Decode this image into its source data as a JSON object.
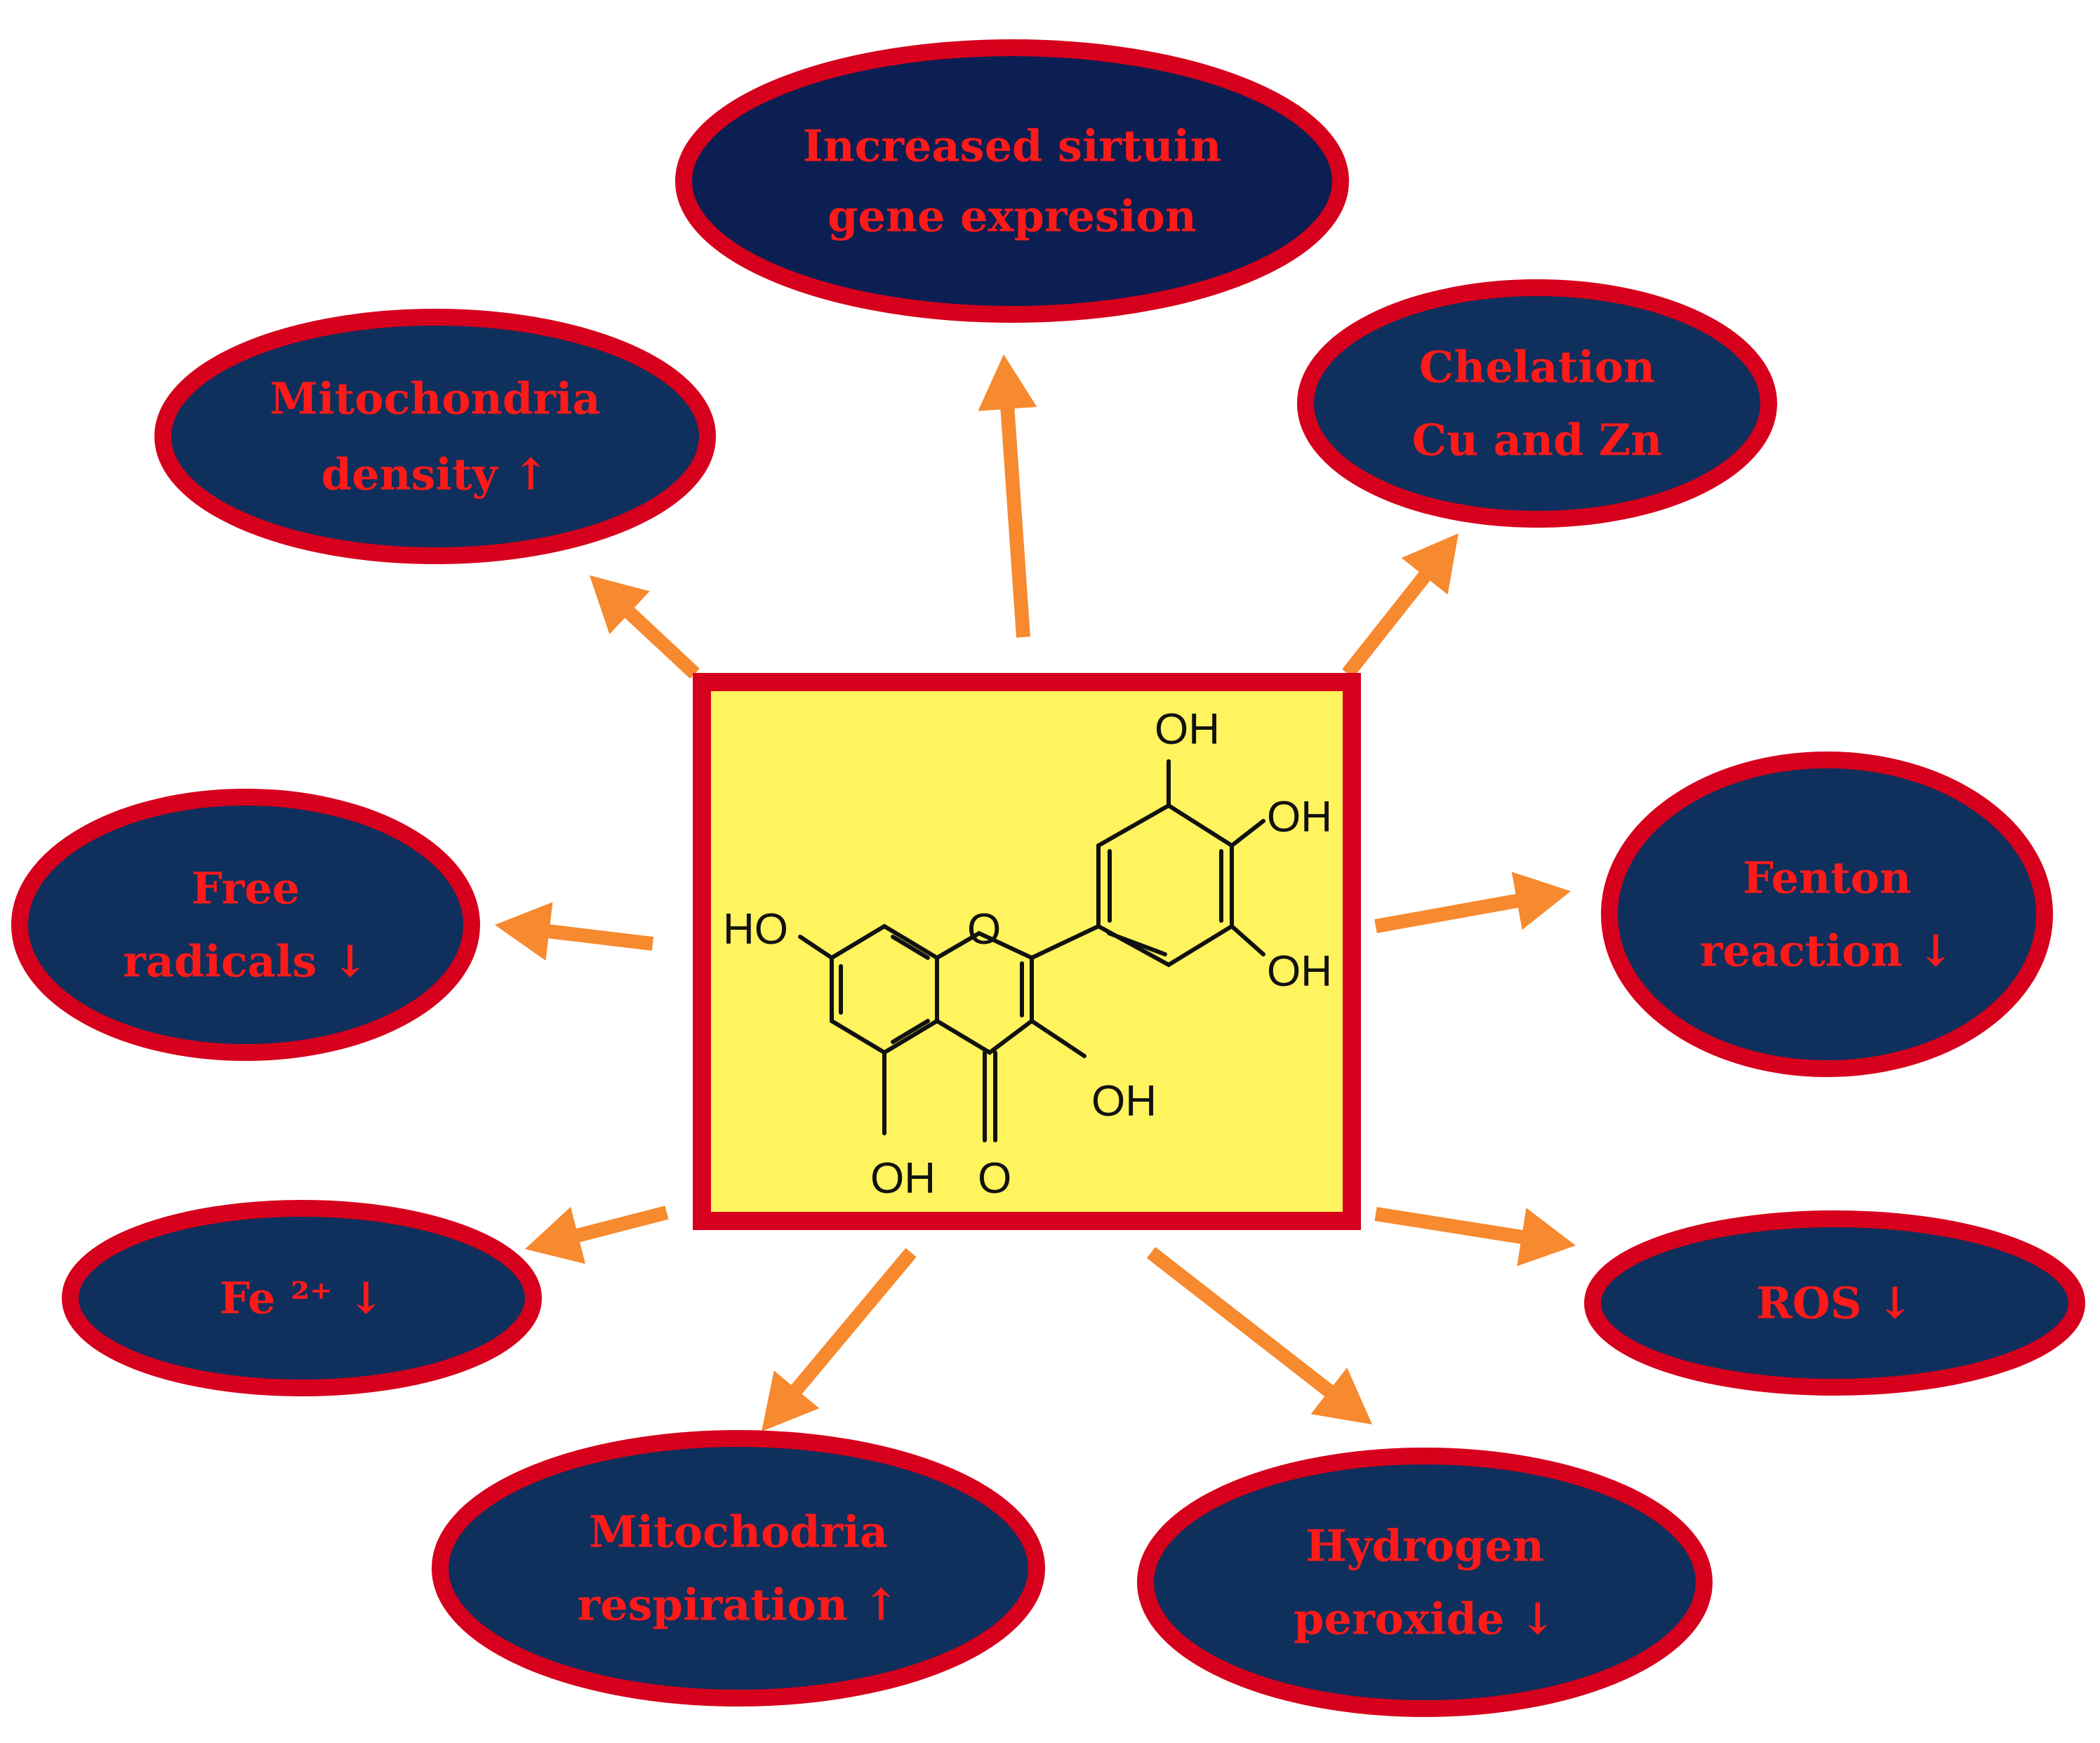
{
  "colors": {
    "ellipse_fill": "#0f2f5c",
    "ellipse_fill_top": "#0b1f52",
    "ellipse_border": "#d6001c",
    "label_text": "#ff1a1a",
    "arrow": "#f7892e",
    "center_fill": "#fff35e",
    "center_border": "#d6001c",
    "bond": "#111111"
  },
  "center": {
    "name": "myricetin-structure",
    "labels": {
      "oh_top": "OH",
      "oh_right": "OH",
      "oh_bottom_right": "OH",
      "ho_left": "HO",
      "oh_c3": "OH",
      "oh_c5": "OH",
      "ring_o": "O",
      "carbonyl_o": "O"
    }
  },
  "effects": [
    {
      "id": "sirtuin",
      "lines": [
        "Increased sirtuin",
        "gene expresion"
      ]
    },
    {
      "id": "mito-density",
      "lines": [
        "Mitochondria",
        "density ↑"
      ]
    },
    {
      "id": "chelation",
      "lines": [
        "Chelation",
        "Cu and Zn"
      ]
    },
    {
      "id": "free-radicals",
      "lines": [
        "Free",
        "radicals ↓"
      ]
    },
    {
      "id": "fenton",
      "lines": [
        "Fenton",
        "reaction ↓"
      ]
    },
    {
      "id": "fe",
      "lines": [
        "Fe ²⁺ ↓"
      ]
    },
    {
      "id": "ros",
      "lines": [
        "ROS ↓"
      ]
    },
    {
      "id": "mito-respiration",
      "lines": [
        "Mitochodria",
        "respiration ↑"
      ]
    },
    {
      "id": "h2o2",
      "lines": [
        "Hydrogen",
        "peroxide ↓"
      ]
    }
  ]
}
